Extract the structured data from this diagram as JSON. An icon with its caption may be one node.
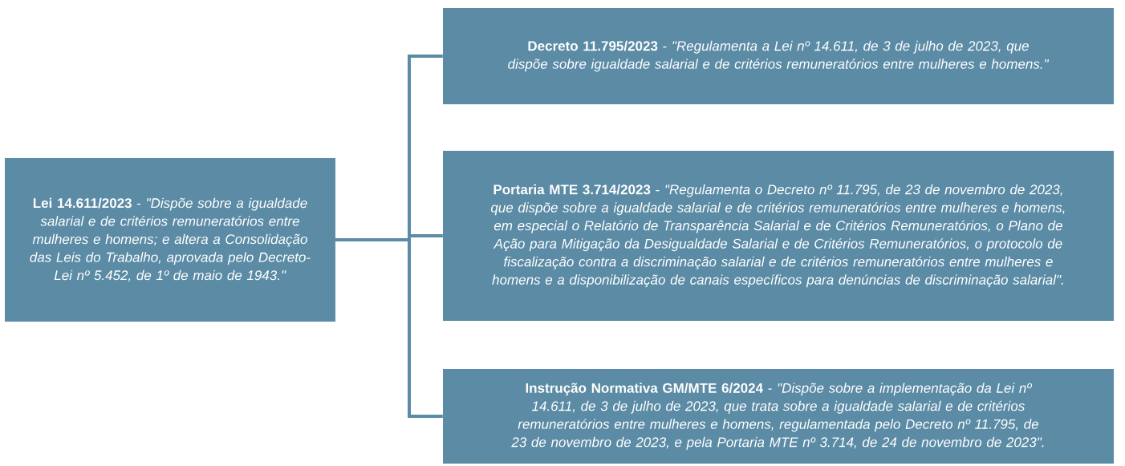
{
  "diagram": {
    "nodes": [
      {
        "text": [
          "**Lei 14.611/2023** - *\"Dispõe sobre a igualdade salarial e de critérios remuneratórios entre mulheres e homens; e altera a Consolidação das Leis do Trabalho, aprovada pelo Decreto-Lei nº 5.452, de 1º de maio de 1943.\"*"
        ]
      },
      {
        "text": [
          "**Decreto 11.795/2023** - *\"Regulamenta a Lei nº 14.611, de 3 de julho de 2023, que dispõe sobre igualdade salarial e de critérios remuneratórios entre mulheres e homens.\"*"
        ]
      },
      {
        "text": [
          "**Portaria MTE 3.714/2023** - *\"Regulamenta o Decreto nº 11.795, de 23 de novembro de 2023, que dispõe sobre a igualdade salarial e de critérios remuneratórios entre mulheres e homens, em especial o Relatório de Transparência Salarial e de Critérios Remuneratórios, o Plano de Ação para Mitigação da Desigualdade Salarial e de Critérios Remuneratórios, o protocolo de fiscalização contra a discriminação salarial e de critérios remuneratórios entre mulheres e homens e a disponibilização de canais específicos para denúncias de discriminação salarial\".*"
        ]
      },
      {
        "text": [
          "**Instrução Normativa GM/MTE 6/2024** - *\"Dispõe sobre a implementação da Lei nº 14.611, de 3 de julho de 2023, que trata sobre a igualdade salarial e de critérios remuneratórios entre mulheres e homens, regulamentada pelo Decreto nº 11.795, de 23 de novembro de 2023, e pela Portaria MTE nº 3.714, de 24 de novembro de 2023\".*"
        ]
      }
    ],
    "edges": [
      {
        "from": 0,
        "to": 1,
        "arrow": "none"
      },
      {
        "from": 0,
        "to": 2,
        "arrow": "none"
      },
      {
        "from": 0,
        "to": 3,
        "arrow": "none"
      }
    ]
  }
}
